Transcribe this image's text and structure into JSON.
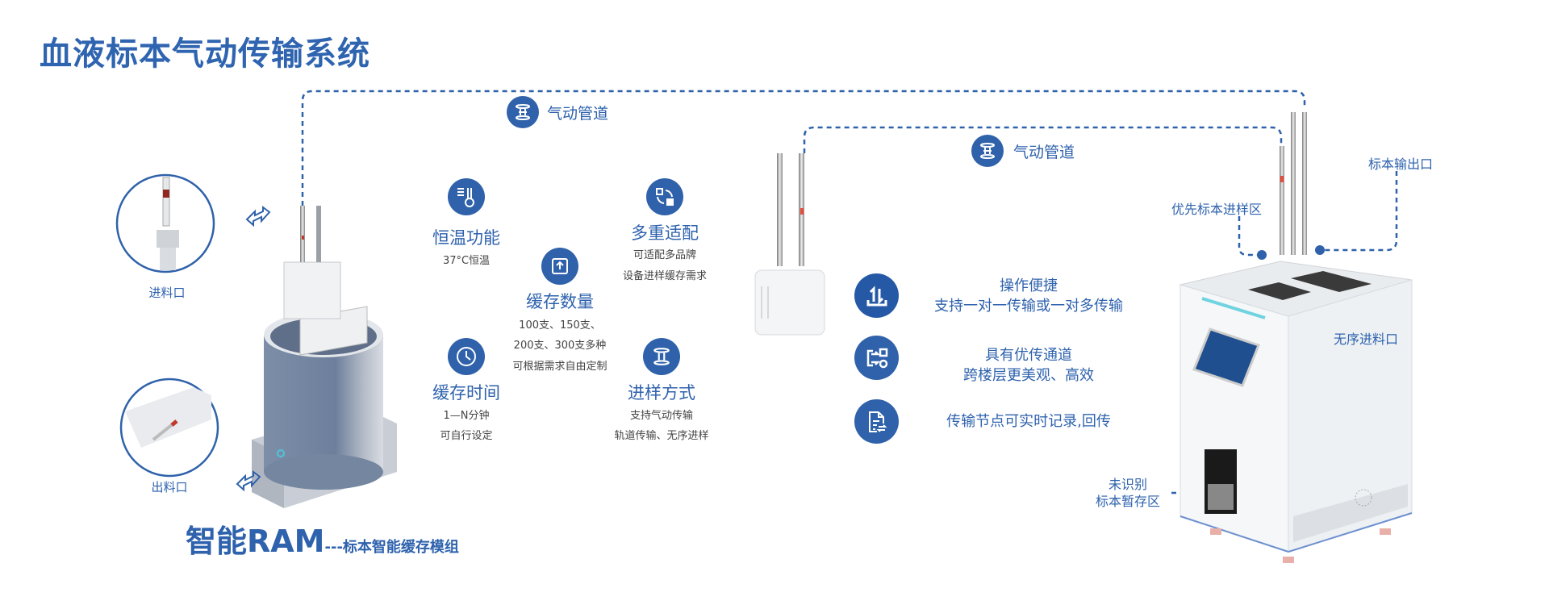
{
  "title": "血液标本气动传输系统",
  "colors": {
    "brand_blue": "#2f62aa",
    "text_gray": "#444444"
  },
  "pipes": [
    {
      "label": "气动管道",
      "icon": "pneumatic-tube-icon"
    },
    {
      "label": "气动管道",
      "icon": "pneumatic-tube-icon"
    }
  ],
  "ram": {
    "inlet_label": "进料口",
    "outlet_label": "出料口",
    "name": "智能RAM",
    "subtitle": "---标本智能缓存模组"
  },
  "features": [
    {
      "icon": "thermometer-icon",
      "title": "恒温功能",
      "lines": [
        "37°C恒温"
      ]
    },
    {
      "icon": "adapt-icon",
      "title": "多重适配",
      "lines": [
        "可适配多品牌",
        "设备进样缓存需求"
      ]
    },
    {
      "icon": "upload-box-icon",
      "title": "缓存数量",
      "lines": [
        "100支、150支、",
        "200支、300支多种",
        "可根据需求自由定制"
      ]
    },
    {
      "icon": "clock-icon",
      "title": "缓存时间",
      "lines": [
        "1—N分钟",
        "可自行设定"
      ]
    },
    {
      "icon": "pneumatic-tube-icon",
      "title": "进样方式",
      "lines": [
        "支持气动传输",
        "轨道传输、无序进样"
      ]
    }
  ],
  "benefits": [
    {
      "icon": "transfer-icon",
      "lines": [
        "操作便捷",
        "支持一对一传输或一对多传输"
      ]
    },
    {
      "icon": "channel-icon",
      "lines": [
        "具有优传通道",
        "跨楼层更美观、高效"
      ]
    },
    {
      "icon": "document-sync-icon",
      "lines": [
        "传输节点可实时记录,回传"
      ]
    }
  ],
  "cabinet": {
    "output_label": "标本输出口",
    "priority_label": "优先标本进样区",
    "random_inlet_label": "无序进料口",
    "unidentified_label": [
      "未识别",
      "标本暂存区"
    ]
  }
}
